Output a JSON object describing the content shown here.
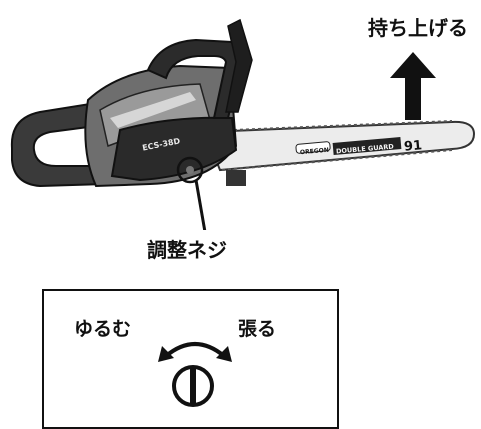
{
  "labels": {
    "lift": "持ち上げる",
    "adjust_screw": "調整ネジ",
    "loosen": "ゆるむ",
    "tighten": "張る"
  },
  "chainsaw": {
    "model": "ECS-38D",
    "bar_brand": "OREGON",
    "bar_type": "DOUBLE GUARD",
    "bar_number": "91"
  },
  "icons": {
    "lift_arrow": "up-arrow-icon",
    "rotate_arrow": "curved-double-arrow-icon",
    "screw_symbol": "screw-slot-icon"
  },
  "colors": {
    "ink": "#111111",
    "body_dark": "#2e2e2e",
    "body_mid": "#7a7a7a",
    "bar_light": "#eeeeee"
  }
}
